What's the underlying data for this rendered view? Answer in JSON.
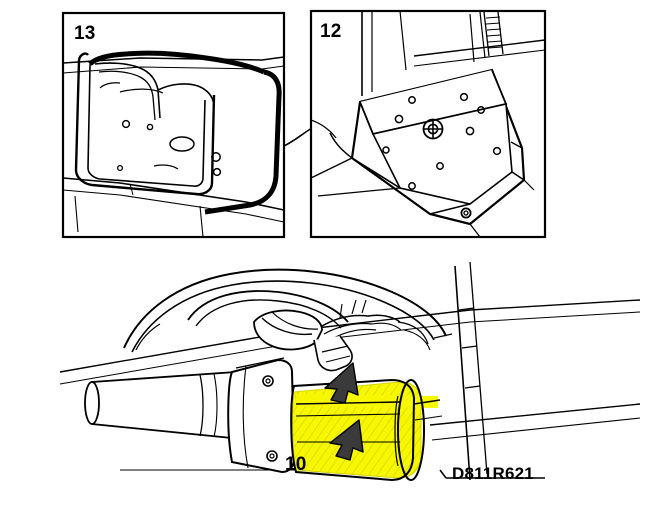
{
  "figure": {
    "title": "Vehicle service illustration with two detail call-out panels and a main assembly view",
    "reference_code": "D811R621"
  },
  "panels": [
    {
      "id": "panel-13",
      "label": "13",
      "description": "Detail view of door frame / trim seal outline on vehicle body"
    },
    {
      "id": "panel-12",
      "label": "12",
      "description": "Detail view of mounting bracket plate with fastener holes"
    }
  ],
  "main_view": {
    "label": "10",
    "description": "Main view of cylindrical component with wiring harness; two arrows indicate highlighted yellow component",
    "highlight_color": "#f7f700",
    "arrow_color": "#2b2b2b",
    "callouts": [
      {
        "name": "arrow-upper",
        "target": "component top edge"
      },
      {
        "name": "arrow-lower",
        "target": "component body"
      }
    ]
  },
  "connectors": [
    {
      "name": "leader-line-13-to-12",
      "from": "panel-13",
      "to": "panel-12"
    }
  ],
  "colors": {
    "stroke": "#000000",
    "background": "#ffffff",
    "highlight": "#f7f700",
    "arrow_fill": "#3a3a3a",
    "panel_border": "#000000"
  }
}
